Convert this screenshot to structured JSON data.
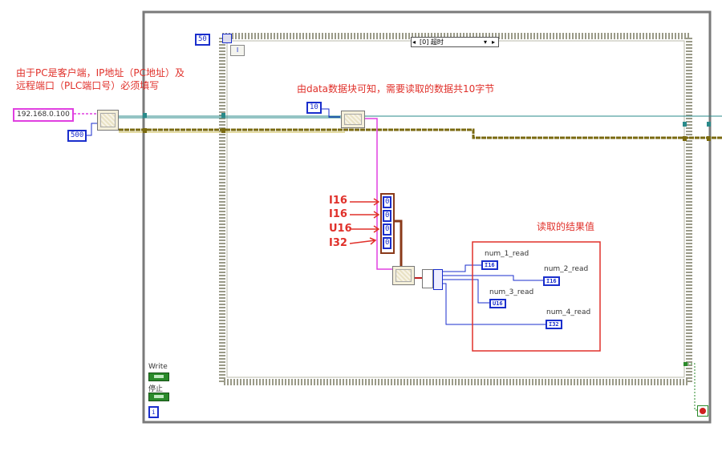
{
  "annotations": {
    "pc_client_note_line1": "由于PC是客户端，IP地址（PC地址）及",
    "pc_client_note_line2": "远程端口（PLC端口号）必须填写",
    "data_block_note": "由data数据块可知，需要读取的数据共10字节",
    "result_values_note": "读取的结果值"
  },
  "constants": {
    "ip_address": "192.168.0.100",
    "timeout_ms": "500",
    "loop_wait": "50",
    "byte_count": "10",
    "cluster_values": [
      "0",
      "0",
      "0",
      "0"
    ]
  },
  "event_structure": {
    "case_label": "[0] 超时",
    "iteration_label": "I"
  },
  "type_labels": [
    "I16",
    "I16",
    "U16",
    "I32"
  ],
  "indicators": [
    {
      "label": "num_1_read",
      "type": "I16"
    },
    {
      "label": "num_2_read",
      "type": "I16"
    },
    {
      "label": "num_3_read",
      "type": "U16"
    },
    {
      "label": "num_4_read",
      "type": "I32"
    }
  ],
  "controls": {
    "write_label": "Write",
    "write_value": "TF",
    "stop_label": "停止",
    "stop_value": "TF",
    "iteration_terminal": "i"
  },
  "colors": {
    "annotation_red": "#e0302a",
    "numeric_blue": "#1a2ecc",
    "string_pink": "#e040e0",
    "refnum_teal": "#2a8a8a",
    "error_wire": "#7a6a10"
  }
}
